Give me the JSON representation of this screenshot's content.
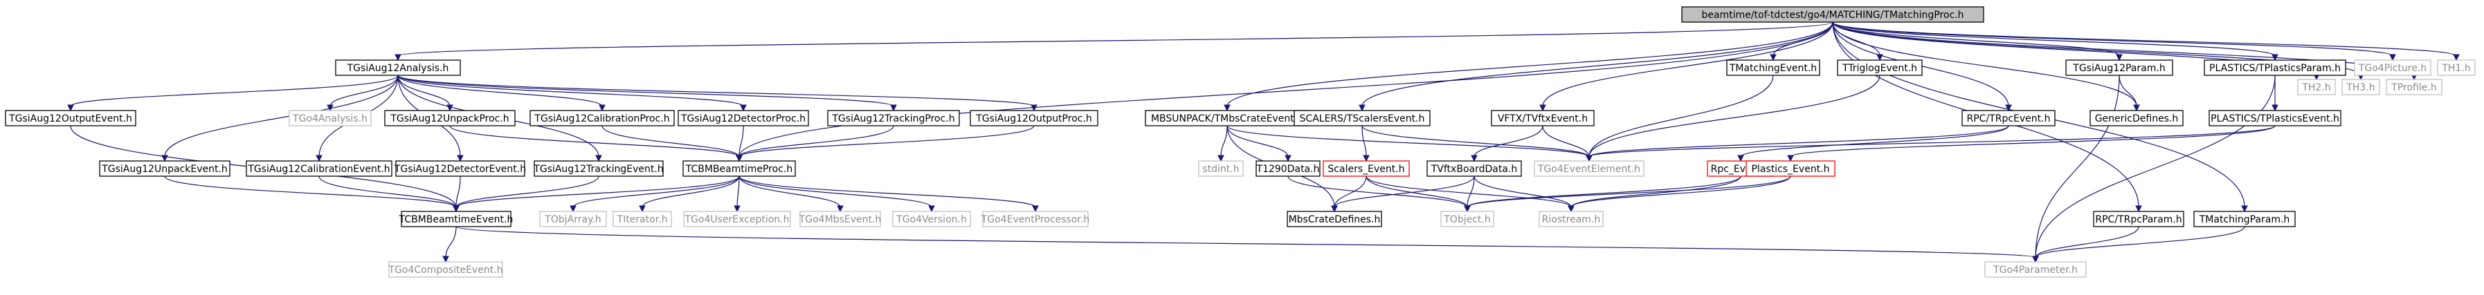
{
  "nodes": [
    {
      "id": "root",
      "label": "beamtime/tof-tdctest/go4/MATCHING/TMatchingProc.h",
      "style": "root"
    },
    {
      "id": "analysis",
      "label": "TGsiAug12Analysis.h"
    },
    {
      "id": "mbsunpack",
      "label": "MBSUNPACK/TMbsCrateEvent.h"
    },
    {
      "id": "scalersEvt",
      "label": "SCALERS/TScalersEvent.h"
    },
    {
      "id": "vftx",
      "label": "VFTX/TVftxEvent.h"
    },
    {
      "id": "matchEvt",
      "label": "TMatchingEvent.h"
    },
    {
      "id": "triglog",
      "label": "TTriglogEvent.h"
    },
    {
      "id": "rpcEvent",
      "label": "RPC/TRpcEvent.h"
    },
    {
      "id": "param",
      "label": "TGsiAug12Param.h"
    },
    {
      "id": "plastParam",
      "label": "PLASTICS/TPlasticsParam.h"
    },
    {
      "id": "picture",
      "label": "TGo4Picture.h",
      "style": "external"
    },
    {
      "id": "th1",
      "label": "TH1.h",
      "style": "external"
    },
    {
      "id": "th2",
      "label": "TH2.h",
      "style": "external"
    },
    {
      "id": "th3",
      "label": "TH3.h",
      "style": "external"
    },
    {
      "id": "tprofile",
      "label": "TProfile.h",
      "style": "external"
    },
    {
      "id": "outEvt",
      "label": "TGsiAug12OutputEvent.h"
    },
    {
      "id": "go4Analysis",
      "label": "TGo4Analysis.h",
      "style": "external"
    },
    {
      "id": "unpProc",
      "label": "TGsiAug12UnpackProc.h"
    },
    {
      "id": "calProc",
      "label": "TGsiAug12CalibrationProc.h"
    },
    {
      "id": "detProc",
      "label": "TGsiAug12DetectorProc.h"
    },
    {
      "id": "trkProc",
      "label": "TGsiAug12TrackingProc.h"
    },
    {
      "id": "outProc",
      "label": "TGsiAug12OutputProc.h"
    },
    {
      "id": "stdint",
      "label": "stdint.h",
      "style": "external"
    },
    {
      "id": "t1290",
      "label": "T1290Data.h"
    },
    {
      "id": "scalersE",
      "label": "Scalers_Event.h",
      "style": "red"
    },
    {
      "id": "vftxBoard",
      "label": "TVftxBoardData.h"
    },
    {
      "id": "go4EvtEl",
      "label": "TGo4EventElement.h",
      "style": "external"
    },
    {
      "id": "rpcE",
      "label": "Rpc_Event.h",
      "style": "red"
    },
    {
      "id": "genDef",
      "label": "GenericDefines.h"
    },
    {
      "id": "plastEvt",
      "label": "PLASTICS/TPlasticsEvent.h"
    },
    {
      "id": "unpEvt",
      "label": "TGsiAug12UnpackEvent.h"
    },
    {
      "id": "calEvt",
      "label": "TGsiAug12CalibrationEvent.h"
    },
    {
      "id": "detEvt",
      "label": "TGsiAug12DetectorEvent.h"
    },
    {
      "id": "trkEvt",
      "label": "TGsiAug12TrackingEvent.h"
    },
    {
      "id": "tcbmProc",
      "label": "TCBMBeamtimeProc.h"
    },
    {
      "id": "plastE",
      "label": "Plastics_Event.h",
      "style": "red"
    },
    {
      "id": "rpcParam",
      "label": "RPC/TRpcParam.h"
    },
    {
      "id": "matchParam",
      "label": "TMatchingParam.h"
    },
    {
      "id": "tcbmEvt",
      "label": "TCBMBeamtimeEvent.h"
    },
    {
      "id": "tobjarray",
      "label": "TObjArray.h",
      "style": "external"
    },
    {
      "id": "titerator",
      "label": "TIterator.h",
      "style": "external"
    },
    {
      "id": "go4UserExc",
      "label": "TGo4UserException.h",
      "style": "external"
    },
    {
      "id": "go4MbsEvt",
      "label": "TGo4MbsEvent.h",
      "style": "external"
    },
    {
      "id": "go4Version",
      "label": "TGo4Version.h",
      "style": "external"
    },
    {
      "id": "go4EvtProc",
      "label": "TGo4EventProcessor.h",
      "style": "external"
    },
    {
      "id": "mbsCrate",
      "label": "MbsCrateDefines.h"
    },
    {
      "id": "tobject",
      "label": "TObject.h",
      "style": "external"
    },
    {
      "id": "riostream",
      "label": "Riostream.h",
      "style": "external"
    },
    {
      "id": "go4CompEvt",
      "label": "TGo4CompositeEvent.h",
      "style": "external"
    },
    {
      "id": "go4Param",
      "label": "TGo4Parameter.h",
      "style": "external"
    }
  ],
  "edges": [
    [
      "root",
      "analysis"
    ],
    [
      "root",
      "mbsunpack"
    ],
    [
      "root",
      "scalersEvt"
    ],
    [
      "root",
      "vftx"
    ],
    [
      "root",
      "matchEvt"
    ],
    [
      "root",
      "triglog"
    ],
    [
      "root",
      "rpcEvent"
    ],
    [
      "root",
      "param"
    ],
    [
      "root",
      "plastParam"
    ],
    [
      "root",
      "picture"
    ],
    [
      "root",
      "th1"
    ],
    [
      "root",
      "th2"
    ],
    [
      "root",
      "th3"
    ],
    [
      "root",
      "tprofile"
    ],
    [
      "root",
      "rpcParam"
    ],
    [
      "root",
      "matchParam"
    ],
    [
      "root",
      "tcbmProc"
    ],
    [
      "root",
      "genDef"
    ],
    [
      "analysis",
      "outEvt"
    ],
    [
      "analysis",
      "go4Analysis"
    ],
    [
      "analysis",
      "unpProc"
    ],
    [
      "analysis",
      "calProc"
    ],
    [
      "analysis",
      "detProc"
    ],
    [
      "analysis",
      "trkProc"
    ],
    [
      "analysis",
      "outProc"
    ],
    [
      "analysis",
      "unpEvt"
    ],
    [
      "analysis",
      "calEvt"
    ],
    [
      "analysis",
      "detEvt"
    ],
    [
      "analysis",
      "trkEvt"
    ],
    [
      "unpProc",
      "tcbmProc"
    ],
    [
      "calProc",
      "tcbmProc"
    ],
    [
      "detProc",
      "tcbmProc"
    ],
    [
      "trkProc",
      "tcbmProc"
    ],
    [
      "outProc",
      "tcbmProc"
    ],
    [
      "outEvt",
      "tcbmEvt"
    ],
    [
      "unpEvt",
      "tcbmEvt"
    ],
    [
      "calEvt",
      "tcbmEvt"
    ],
    [
      "detEvt",
      "tcbmEvt"
    ],
    [
      "trkEvt",
      "tcbmEvt"
    ],
    [
      "tcbmProc",
      "tcbmEvt"
    ],
    [
      "tcbmProc",
      "tobjarray"
    ],
    [
      "tcbmProc",
      "titerator"
    ],
    [
      "tcbmProc",
      "go4UserExc"
    ],
    [
      "tcbmProc",
      "go4MbsEvt"
    ],
    [
      "tcbmProc",
      "go4Version"
    ],
    [
      "tcbmProc",
      "go4EvtProc"
    ],
    [
      "tcbmEvt",
      "go4CompEvt"
    ],
    [
      "tcbmEvt",
      "go4Param"
    ],
    [
      "mbsunpack",
      "stdint"
    ],
    [
      "mbsunpack",
      "t1290"
    ],
    [
      "mbsunpack",
      "mbsCrate"
    ],
    [
      "mbsunpack",
      "go4EvtEl"
    ],
    [
      "t1290",
      "tobject"
    ],
    [
      "scalersEvt",
      "scalersE"
    ],
    [
      "scalersEvt",
      "go4EvtEl"
    ],
    [
      "scalersE",
      "mbsCrate"
    ],
    [
      "scalersE",
      "tobject"
    ],
    [
      "scalersE",
      "riostream"
    ],
    [
      "vftx",
      "vftxBoard"
    ],
    [
      "vftx",
      "go4EvtEl"
    ],
    [
      "vftxBoard",
      "mbsCrate"
    ],
    [
      "vftxBoard",
      "tobject"
    ],
    [
      "vftxBoard",
      "riostream"
    ],
    [
      "matchEvt",
      "go4EvtEl"
    ],
    [
      "triglog",
      "go4EvtEl"
    ],
    [
      "rpcEvent",
      "rpcE"
    ],
    [
      "rpcEvent",
      "go4EvtEl"
    ],
    [
      "rpcE",
      "tobject"
    ],
    [
      "rpcE",
      "riostream"
    ],
    [
      "param",
      "genDef"
    ],
    [
      "param",
      "go4Param"
    ],
    [
      "plastParam",
      "plastEvt"
    ],
    [
      "plastParam",
      "go4Param"
    ],
    [
      "plastEvt",
      "plastE"
    ],
    [
      "plastEvt",
      "go4EvtEl"
    ],
    [
      "plastE",
      "tobject"
    ],
    [
      "plastE",
      "riostream"
    ],
    [
      "rpcParam",
      "go4Param"
    ],
    [
      "matchParam",
      "go4Param"
    ]
  ]
}
